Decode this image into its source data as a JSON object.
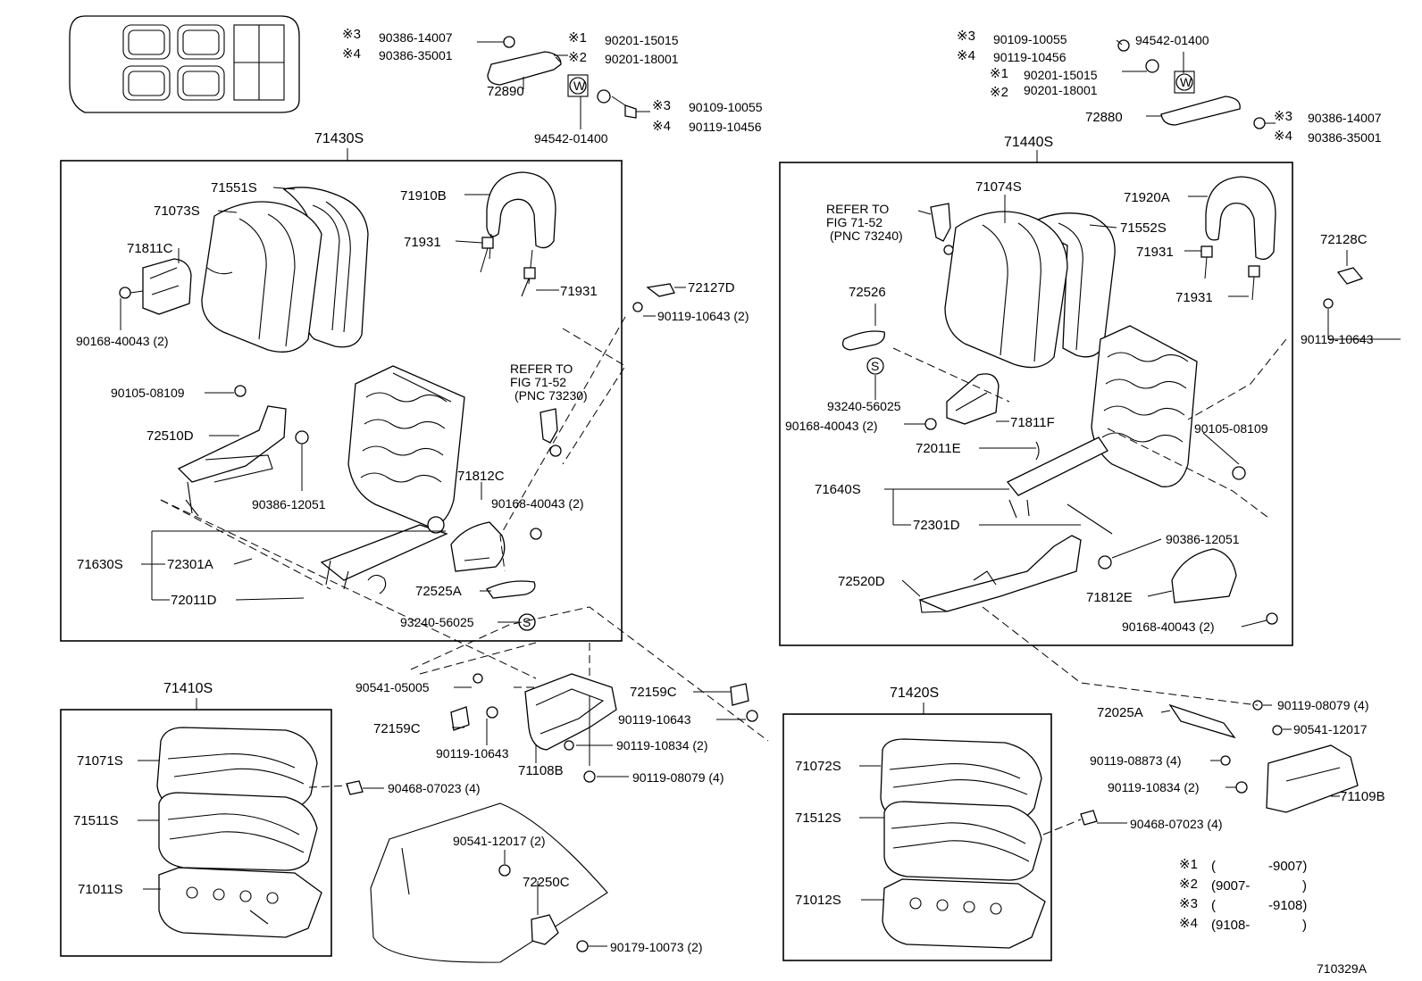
{
  "labels": {
    "n71430s": "71430S",
    "n71440s": "71440S",
    "n71410s": "71410S",
    "n71420s": "71420S",
    "n71551s": "71551S",
    "n71073s": "71073S",
    "n71811c": "71811C",
    "n90168_40043_a": "90168-40043 (2)",
    "n71910b": "71910B",
    "n71931_a": "71931",
    "n71931_b": "71931",
    "n72127d": "72127D",
    "n90119_10643_2": "90119-10643 (2)",
    "refer_a1": "REFER TO",
    "refer_a2": "FIG 71-52",
    "refer_a3": "(PNC 73230)",
    "n90105_08109_a": "90105-08109",
    "n72510d": "72510D",
    "n90386_12051_a": "90386-12051",
    "n71812c": "71812C",
    "n90168_40043_b": "90168-40043 (2)",
    "n71630s": "71630S",
    "n72301a": "72301A",
    "n72011d": "72011D",
    "n72525a": "72525A",
    "n93240_56025_a": "93240-56025",
    "n90541_05005": "90541-05005",
    "n72159c_a": "72159C",
    "n72159c_b": "72159C",
    "n90119_10643_a": "90119-10643",
    "n90119_10643_b": "90119-10643",
    "n90119_10834_a": "90119-10834 (2)",
    "n90119_08079_a": "90119-08079 (4)",
    "n71108b": "71108B",
    "n71071s": "71071S",
    "n71511s": "71511S",
    "n71011s": "71011S",
    "n90468_07023_a": "90468-07023 (4)",
    "n90541_12017_2": "90541-12017 (2)",
    "n72250c": "72250C",
    "n90179_10073": "90179-10073 (2)",
    "m3_a": "※3",
    "m4_a": "※4",
    "m1_a": "※1",
    "m2_a": "※2",
    "m3_b": "※3",
    "m4_b": "※4",
    "n90386_14007_a": "90386-14007",
    "n90386_35001_a": "90386-35001",
    "n90201_15015_a": "90201-15015",
    "n90201_18001_a": "90201-18001",
    "n90109_10055_a": "90109-10055",
    "n90119_10456_a": "90119-10456",
    "n72890": "72890",
    "n94542_01400_a": "94542-01400",
    "m3_c": "※3",
    "m4_c": "※4",
    "m1_c": "※1",
    "m2_c": "※2",
    "m3_d": "※3",
    "m4_d": "※4",
    "n90109_10055_b": "90109-10055",
    "n90119_10456_b": "90119-10456",
    "n90201_15015_b": "90201-15015",
    "n90201_18001_b": "90201-18001",
    "n94542_01400_b": "94542-01400",
    "n72880": "72880",
    "n90386_14007_b": "90386-14007",
    "n90386_35001_b": "90386-35001",
    "n71074s": "71074S",
    "refer_b1": "REFER TO",
    "refer_b2": "FIG 71-52",
    "refer_b3": "(PNC 73240)",
    "n71552s": "71552S",
    "n71920a": "71920A",
    "n71931_c": "71931",
    "n71931_d": "71931",
    "n72128c": "72128C",
    "n90119_10643_c": "90119-10643",
    "n72526": "72526",
    "n93240_56025_b": "93240-56025",
    "n90168_40043_c": "90168-40043 (2)",
    "n71811f": "71811F",
    "n72011e": "72011E",
    "n71640s": "71640S",
    "n72301d": "72301D",
    "n90105_08109_b": "90105-08109",
    "n90386_12051_b": "90386-12051",
    "n72520d": "72520D",
    "n71812e": "71812E",
    "n90168_40043_d": "90168-40043 (2)",
    "n90119_08079_b": "90119-08079 (4)",
    "n72025a": "72025A",
    "n90541_12017_b": "90541-12017",
    "n90119_08873": "90119-08873 (4)",
    "n90119_10834_b": "90119-10834 (2)",
    "n71109b": "71109B",
    "n71072s": "71072S",
    "n71512s": "71512S",
    "n71012s": "71012S",
    "n90468_07023_b": "90468-07023 (4)",
    "w1": "W",
    "w2": "W",
    "s1": "S",
    "s2": "S",
    "fig_code": "710329A"
  },
  "legend": [
    {
      "mark": "※1",
      "from": "",
      "to": "-9007"
    },
    {
      "mark": "※2",
      "from": "9007-",
      "to": ""
    },
    {
      "mark": "※3",
      "from": "",
      "to": "-9108"
    },
    {
      "mark": "※4",
      "from": "9108-",
      "to": ""
    }
  ]
}
